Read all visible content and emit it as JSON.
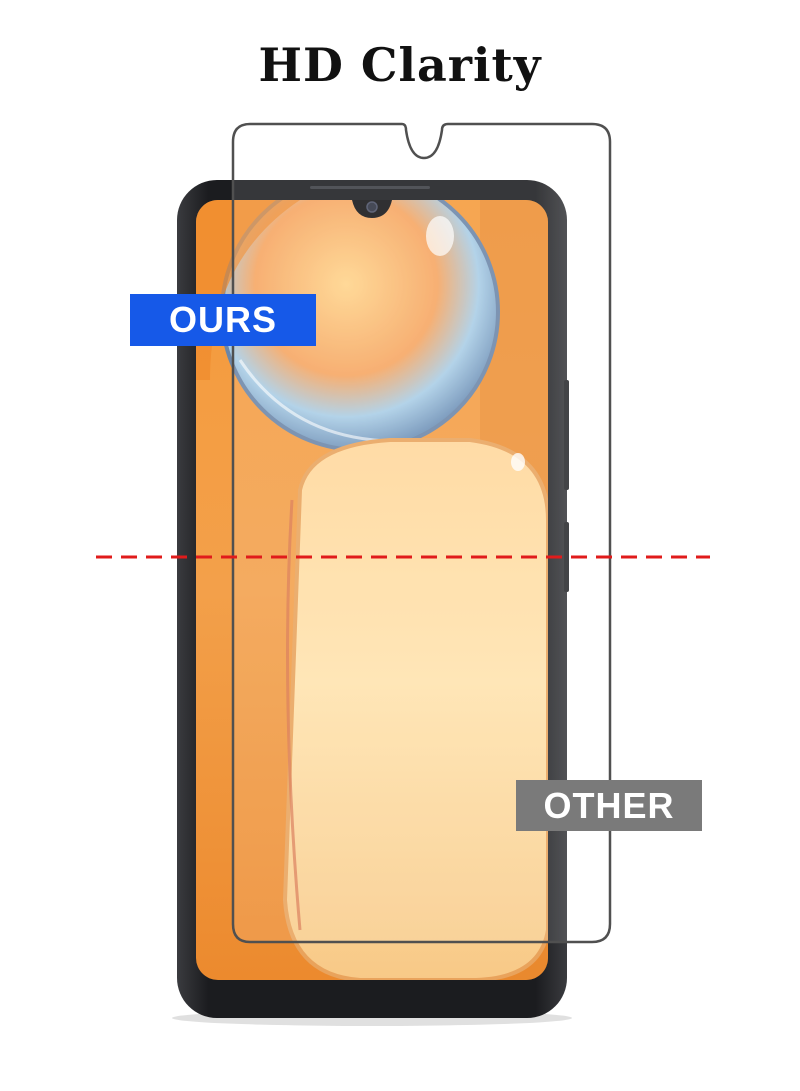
{
  "title": "HD Clarity",
  "labels": {
    "ours": "OURS",
    "other": "OTHER"
  },
  "colors": {
    "ours_badge": "#1659e8",
    "other_badge": "#7a7a7a",
    "divider": "#e01b1b",
    "phone_body": "#1e1f22",
    "screen_orange": "#f39a3f"
  }
}
